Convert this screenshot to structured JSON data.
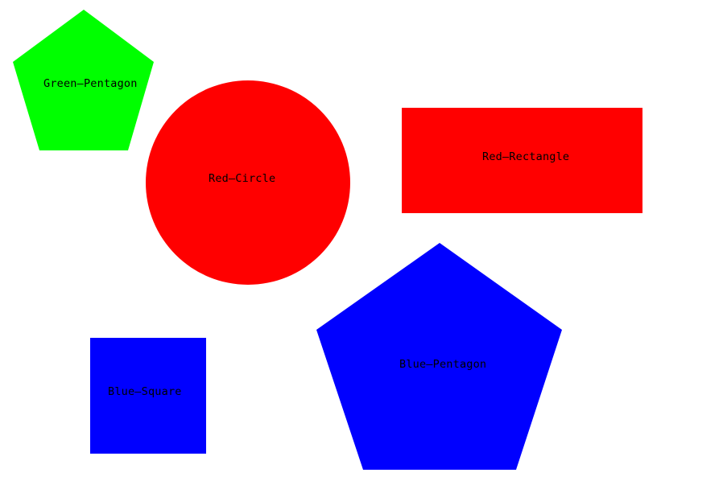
{
  "shapes": [
    {
      "id": "green-pentagon",
      "label": "Green—Pentagon",
      "color": "#00ff00",
      "kind": "pentagon"
    },
    {
      "id": "red-circle",
      "label": "Red—Circle",
      "color": "#ff0000",
      "kind": "circle"
    },
    {
      "id": "red-rectangle",
      "label": "Red—Rectangle",
      "color": "#ff0000",
      "kind": "rectangle"
    },
    {
      "id": "blue-square",
      "label": "Blue—Square",
      "color": "#0000ff",
      "kind": "square"
    },
    {
      "id": "blue-pentagon",
      "label": "Blue—Pentagon",
      "color": "#0000ff",
      "kind": "pentagon"
    }
  ]
}
